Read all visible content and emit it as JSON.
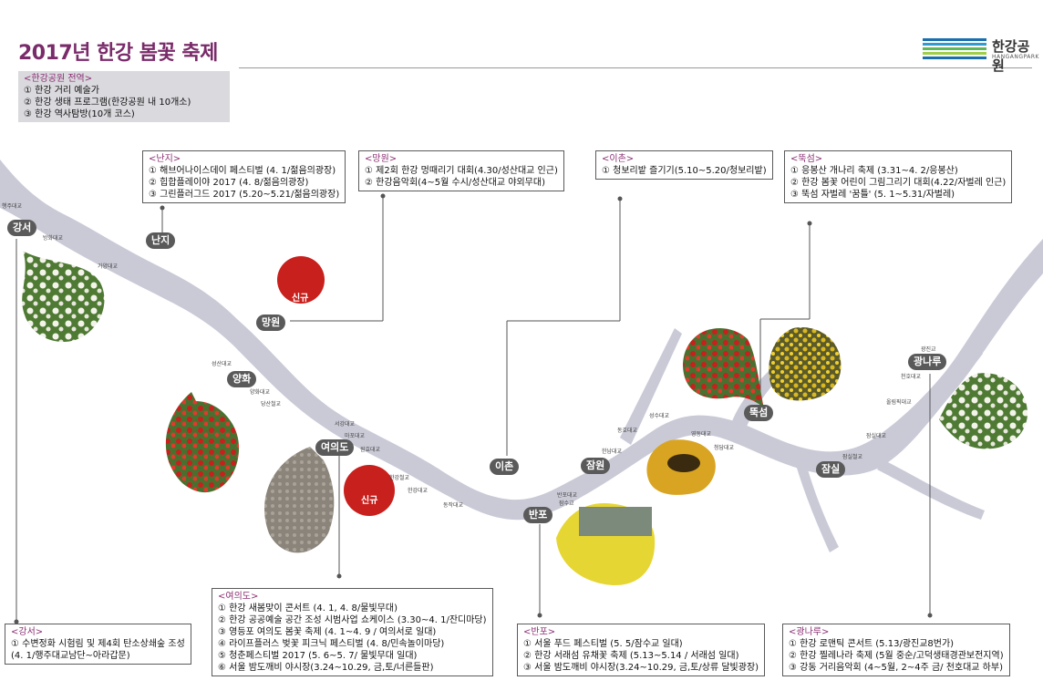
{
  "title": "2017년 한강 봄꽃 축제",
  "logo": {
    "text": "한강공원",
    "sub": "HANGANGPARK"
  },
  "colors": {
    "river": "#c9cad6",
    "title": "#7a2b6a",
    "section_head": "#8b2f73",
    "tag": "#5a5a5a"
  },
  "overview": {
    "head": "<한강공원 전역>",
    "items": [
      "① 한강 거리 예술가",
      "② 한강 생태 프로그램(한강공원 내 10개소)",
      "③ 한강 역사탐방(10개 코스)"
    ]
  },
  "parks": {
    "gangseo": {
      "tag": "강서",
      "head": "<강서>",
      "items": [
        "① 수변정화 시험림 및 제4회 탄소상쇄숲 조성",
        "   (4. 1/행주대교남단~아라갑문)"
      ]
    },
    "nanji": {
      "tag": "난지",
      "head": "<난지>",
      "items": [
        "① 해브어나이스데이 페스티벌 (4. 1/젊음의광장)",
        "② 힙합플레이야 2017 (4. 8/젊음의광장)",
        "③ 그린플러그드 2017 (5.20~5.21/젊음의광장)"
      ]
    },
    "mangwon": {
      "tag": "망원",
      "head": "<망원>",
      "items": [
        "① 제2회 한강 멍때리기 대회(4.30/성산대교 인근)",
        "② 한강음악회(4~5월 수시/성산대교 야외무대)"
      ]
    },
    "ichon": {
      "tag": "이촌",
      "head": "<이촌>",
      "items": [
        "① 청보리밭 즐기기(5.10~5.20/청보리밭)"
      ]
    },
    "ttukseom": {
      "tag": "뚝섬",
      "head": "<뚝섬>",
      "items": [
        "① 응봉산 개나리 축제 (3.31~4. 2/응봉산)",
        "② 한강 봄꽃 어린이 그림그리기 대회(4.22/자벌레 인근)",
        "③ 뚝섬 자벌레 '꿈틀' (5. 1~5.31/자벌레)"
      ]
    },
    "yeouido": {
      "tag": "여의도",
      "head": "<여의도>",
      "items": [
        "① 한강 새봄맞이 콘서트 (4. 1, 4. 8/물빛무대)",
        "② 한강 공공예술 공간 조성 시범사업 쇼케이스 (3.30~4. 1/잔디마당)",
        "③ 영등포 여의도 봄꽃 축제 (4. 1~4. 9 / 여의서로 일대)",
        "④ 라이프플러스 벚꽃 피크닉 페스티벌 (4. 8/민속놀이마당)",
        "⑤ 청춘페스티벌 2017 (5. 6~5. 7/ 물빛무대 일대)",
        "⑥ 서울 밤도깨비 야시장(3.24~10.29, 금,토/너른들판)"
      ]
    },
    "banpo": {
      "tag": "반포",
      "head": "<반포>",
      "items": [
        "① 서울 푸드  페스티벌 (5. 5/잠수교 일대)",
        "② 한강 서래섬 유채꽃 축제 (5.13~5.14 / 서래섬 일대)",
        "③ 서울 밤도깨비 야시장(3.24~10.29, 금,토/상류 달빛광장)"
      ]
    },
    "gwangnaru": {
      "tag": "광나루",
      "head": "<광나루>",
      "items": [
        "① 한강 로맨틱 콘서트 (5.13/광진교8번가)",
        "② 한강 찔레나라 축제 (5월 중순/고덕생태경관보전지역)",
        "③ 강동 거리음악회 (4~5월, 2~4주 금/ 천호대교 하부)"
      ]
    }
  },
  "map_tags": {
    "yanghwa": "양화",
    "jamwon": "잠원",
    "jamsil": "잠실"
  },
  "new_label": "신규",
  "bridges": [
    "행주대교",
    "방화대교",
    "가양대교",
    "성산대교",
    "양화대교",
    "당산철교",
    "서강대교",
    "마포대교",
    "원효대교",
    "한강철교",
    "한강대교",
    "동작대교",
    "반포대교",
    "잠수교",
    "한남대교",
    "동호대교",
    "성수대교",
    "영동대교",
    "청담대교",
    "잠실대교",
    "잠실철교",
    "올림픽대교",
    "천호대교",
    "광진교"
  ]
}
